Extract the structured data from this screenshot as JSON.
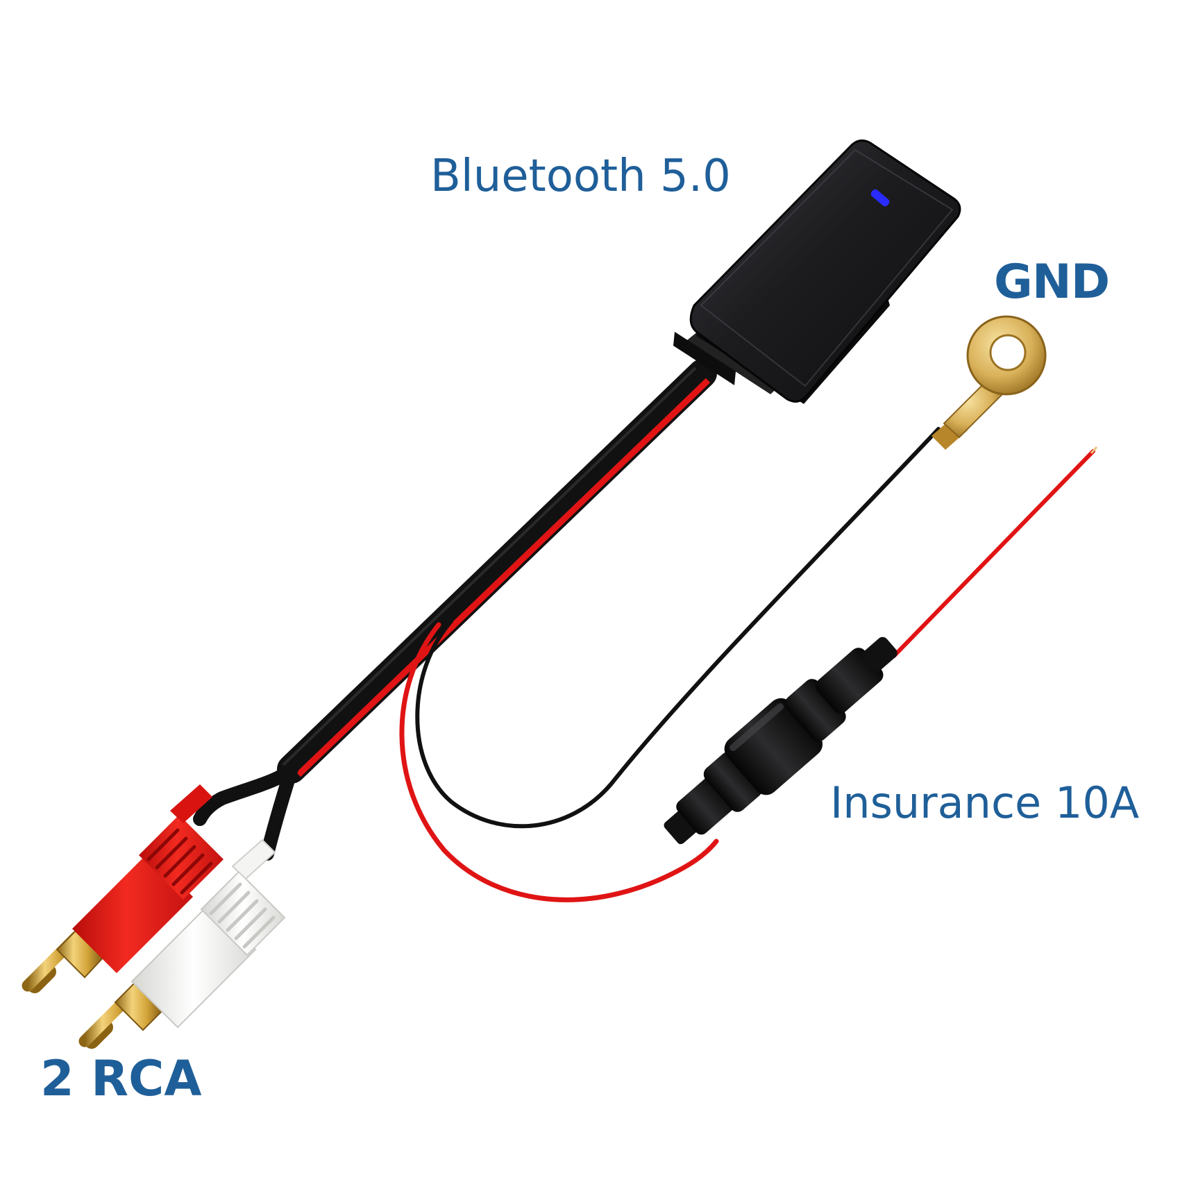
{
  "labels": {
    "bluetooth": "Bluetooth 5.0",
    "ground": "GND",
    "fuse": "Insurance 10A",
    "rca": "2 RCA"
  },
  "colors": {
    "label_blue": "#1f5f99",
    "module_black": "#1a1a1c",
    "wire_red": "#e01414",
    "wire_black": "#111111",
    "plug_red": "#e61a16",
    "plug_white": "#f3f3f1",
    "gold": "#d4a93a",
    "led_blue": "#2a2cff"
  },
  "icons": {
    "module": "bluetooth-module-icon",
    "led": "status-led-icon",
    "ring_terminal": "ring-terminal-icon",
    "fuse_holder": "fuse-holder-icon",
    "red_rca_plug": "red-rca-plug-icon",
    "white_rca_plug": "white-rca-plug-icon"
  }
}
